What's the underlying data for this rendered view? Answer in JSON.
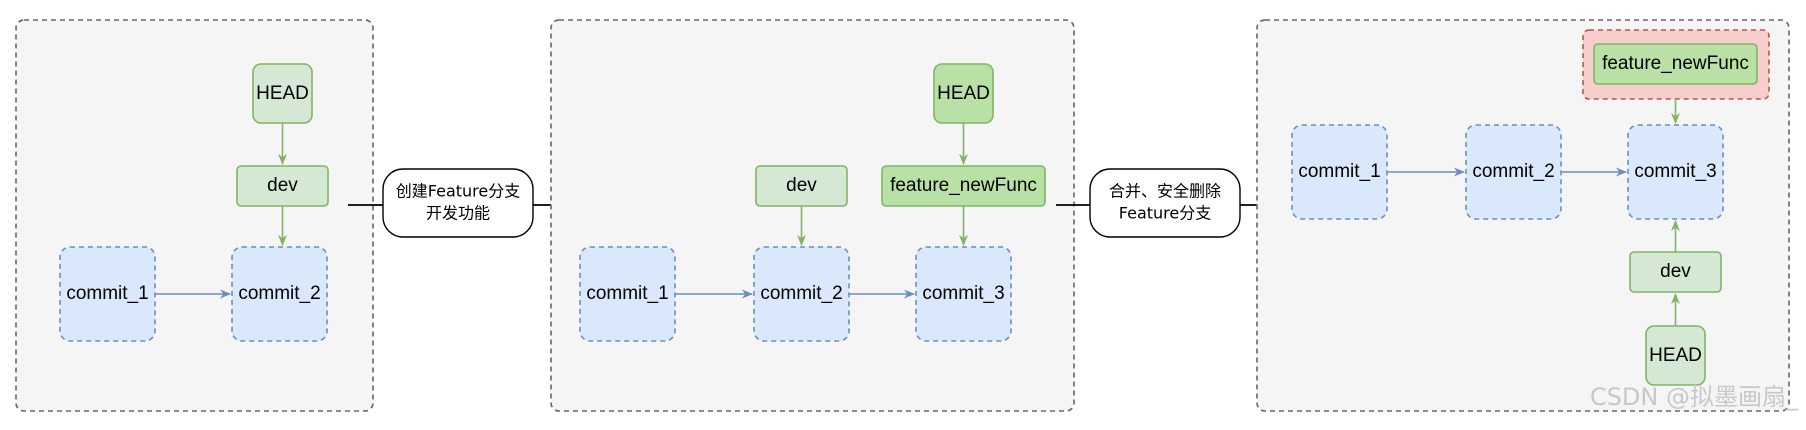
{
  "diagram": {
    "stage1": {
      "head": "HEAD",
      "dev": "dev",
      "commit_1": "commit_1",
      "commit_2": "commit_2"
    },
    "transition1": {
      "line1": "创建Feature分支",
      "line2": "开发功能"
    },
    "stage2": {
      "head": "HEAD",
      "dev": "dev",
      "feature": "feature_newFunc",
      "commit_1": "commit_1",
      "commit_2": "commit_2",
      "commit_3": "commit_3"
    },
    "transition2": {
      "line1": "合并、安全删除",
      "line2": "Feature分支"
    },
    "stage3": {
      "feature_deleted": "feature_newFunc",
      "commit_1": "commit_1",
      "commit_2": "commit_2",
      "commit_3": "commit_3",
      "dev": "dev",
      "head": "HEAD"
    }
  },
  "watermark": "CSDN @拟墨画扇_",
  "colors": {
    "commit_fill": "#dae8fc",
    "commit_stroke": "#6c8ebf",
    "ref_fill": "#d5e8d4",
    "ref_stroke": "#82b366",
    "deleted_fill": "#f8cecc",
    "deleted_stroke": "#b85450"
  }
}
